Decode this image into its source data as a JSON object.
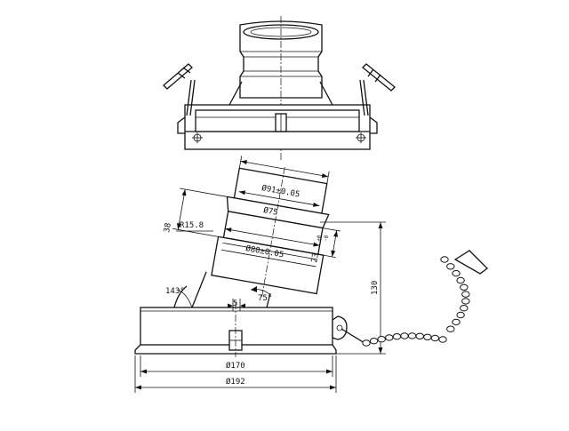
{
  "dimensions": {
    "d91": "Ø91±0.05",
    "d75": "Ø75",
    "r15_8": "R15.8",
    "h38": "38",
    "d80": "Ø80±0.05",
    "tol": "23",
    "tol_sup": "+0",
    "tol_sub": "-0",
    "angle143": "143°",
    "angle75": "75°",
    "gap5": "5",
    "h130": "130",
    "d170": "Ø170",
    "d192": "Ø192"
  }
}
